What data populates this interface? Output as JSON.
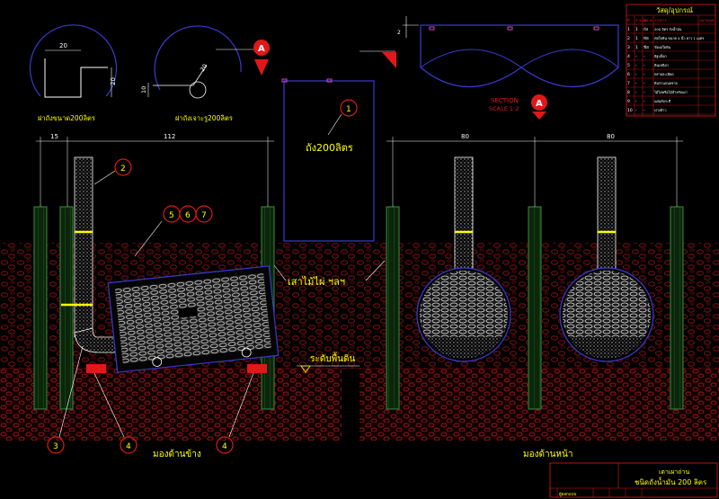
{
  "circle_detail_left": {
    "dim_top": "20",
    "dim_side": "20",
    "caption": "ฝาถังขนาด200ลิตร"
  },
  "circle_detail_right": {
    "dim_slant": "20",
    "dim_side": "10",
    "caption": "ฝาถังเจาะรู200ลิตร"
  },
  "section_marker": {
    "letter": "A",
    "dim_small": "2"
  },
  "section_caption": {
    "line1": "SECTION",
    "line2": "SCALE 1:2"
  },
  "drum_label": "ถัง200ลิตร",
  "callouts": {
    "c1": "1",
    "c2": "2",
    "c3": "3",
    "c4a": "4",
    "c4b": "4",
    "c5": "5",
    "c6": "6",
    "c7": "7"
  },
  "dims": {
    "d15": "15",
    "d112": "112",
    "d80a": "80",
    "d80b": "80"
  },
  "bamboo_post_label": "เสาไม้ไผ่ ฯลฯ",
  "ground_level_label": "ระดับพื้นดิน",
  "view_side_label": "มองด้านข้าง",
  "view_front_label": "มองด้านหน้า",
  "materials_table": {
    "title": "วัสดุ/อุปกรณ์",
    "headers": [
      "ที่",
      "จำนวน",
      "หน่วย",
      "รายการ",
      "หมายเหตุ"
    ],
    "rows": [
      [
        "1",
        "1",
        "ถัง",
        "200 ลิตร",
        "ถังน้ำมัน",
        ""
      ],
      [
        "2",
        "1",
        "ท่อ",
        "ท่อใยหิน ขนาด 4 นิ้ว ยาว 1 เมตร",
        "",
        ""
      ],
      [
        "3",
        "1",
        "ข้อ",
        "ข้องอใยหิน",
        "",
        ""
      ],
      [
        "4",
        "-",
        "-",
        "อิฐบล็อก",
        "",
        ""
      ],
      [
        "5",
        "-",
        "-",
        "ดินเหนียว",
        "",
        ""
      ],
      [
        "6",
        "-",
        "-",
        "ทรายละเอียด",
        "",
        ""
      ],
      [
        "7",
        "-",
        "-",
        "ดินร่วนปนทราย",
        "",
        ""
      ],
      [
        "8",
        "-",
        "-",
        "ไม้ไผ่หรือไม้สำหรับเผา",
        "",
        ""
      ],
      [
        "9",
        "-",
        "-",
        "แผ่นสังกะสี",
        "",
        ""
      ],
      [
        "10",
        "-",
        "-",
        "ฟางข้าว",
        "",
        ""
      ]
    ]
  },
  "title_block": {
    "line1": "เตาเผาถ่าน",
    "line2": "ชนิดถังน้ำมัน 200 ลิตร",
    "footer_cells": [
      "",
      "ผู้ออกแบบ",
      "",
      "",
      "",
      ""
    ]
  }
}
